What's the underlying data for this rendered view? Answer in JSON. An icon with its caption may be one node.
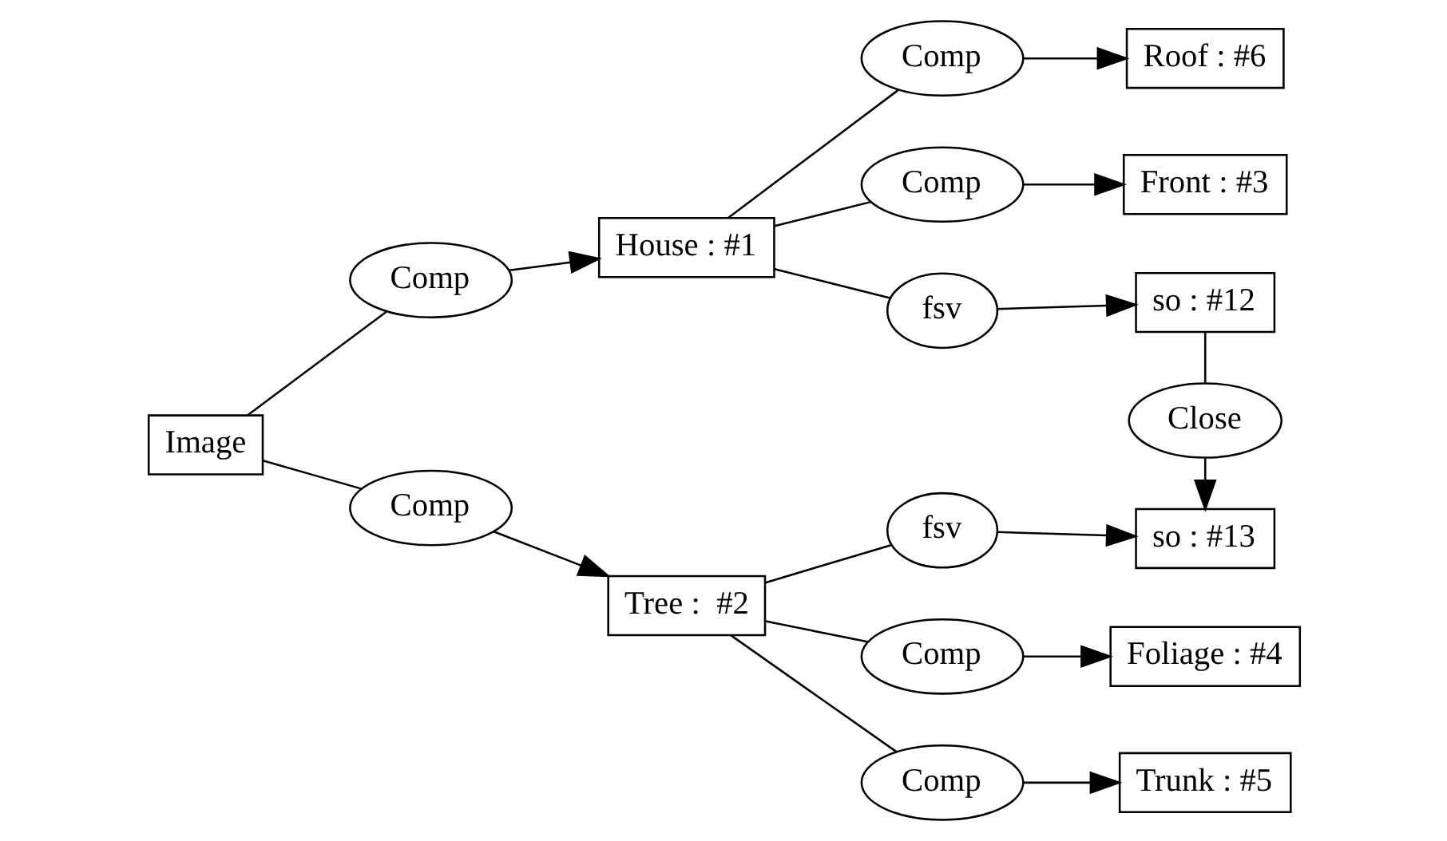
{
  "diagram": {
    "nodes": [
      {
        "text": [
          "Image"
        ]
      },
      {
        "text": [
          "Comp"
        ]
      },
      {
        "text": [
          "House : #1"
        ]
      },
      {
        "text": [
          "Comp"
        ]
      },
      {
        "text": [
          "Roof : #6"
        ]
      },
      {
        "text": [
          "Comp"
        ]
      },
      {
        "text": [
          "Front : #3"
        ]
      },
      {
        "text": [
          "fsv"
        ]
      },
      {
        "text": [
          "so : #12"
        ]
      },
      {
        "text": [
          "Close"
        ]
      },
      {
        "text": [
          "so : #13"
        ]
      },
      {
        "text": [
          "Comp"
        ]
      },
      {
        "text": [
          "Tree :  #2"
        ]
      },
      {
        "text": [
          "fsv"
        ]
      },
      {
        "text": [
          "Comp"
        ]
      },
      {
        "text": [
          "Foliage : #4"
        ]
      },
      {
        "text": [
          "Comp"
        ]
      },
      {
        "text": [
          "Trunk : #5"
        ]
      }
    ],
    "edges": [
      {
        "from": 0,
        "to": 1,
        "arrow": "none"
      },
      {
        "from": 1,
        "to": 2,
        "arrow": "to"
      },
      {
        "from": 2,
        "to": 3,
        "arrow": "none"
      },
      {
        "from": 3,
        "to": 4,
        "arrow": "to"
      },
      {
        "from": 2,
        "to": 5,
        "arrow": "none"
      },
      {
        "from": 5,
        "to": 6,
        "arrow": "to"
      },
      {
        "from": 2,
        "to": 7,
        "arrow": "none"
      },
      {
        "from": 7,
        "to": 8,
        "arrow": "to"
      },
      {
        "from": 8,
        "to": 9,
        "arrow": "none"
      },
      {
        "from": 9,
        "to": 10,
        "arrow": "to"
      },
      {
        "from": 0,
        "to": 11,
        "arrow": "none"
      },
      {
        "from": 11,
        "to": 12,
        "arrow": "to"
      },
      {
        "from": 12,
        "to": 13,
        "arrow": "none"
      },
      {
        "from": 13,
        "to": 10,
        "arrow": "to"
      },
      {
        "from": 12,
        "to": 14,
        "arrow": "none"
      },
      {
        "from": 14,
        "to": 15,
        "arrow": "to"
      },
      {
        "from": 12,
        "to": 16,
        "arrow": "none"
      },
      {
        "from": 16,
        "to": 17,
        "arrow": "to"
      }
    ]
  }
}
